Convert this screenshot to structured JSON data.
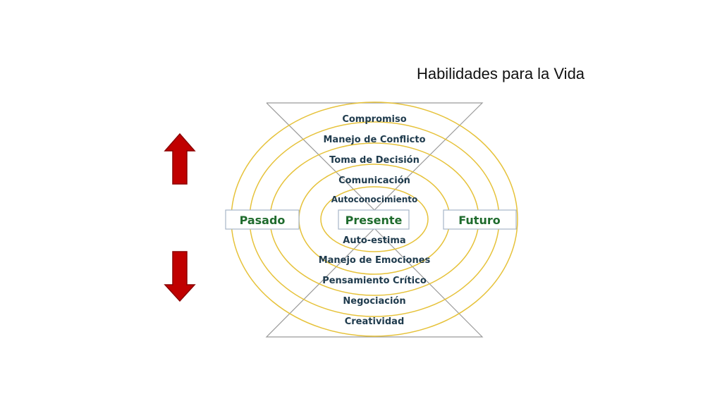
{
  "title": "Habilidades para la Vida",
  "upper_skills": [
    "Compromiso",
    "Manejo de Conflicto",
    "Toma de Decisión",
    "Comunicación",
    "Autoconocimiento"
  ],
  "lower_skills": [
    "Auto-estima",
    "Manejo de Emociones",
    "Pensamiento Crítico",
    "Negociación",
    "Creatividad"
  ],
  "time_boxes": {
    "left": "Pasado",
    "center": "Presente",
    "right": "Futuro"
  },
  "arrows": {
    "up": "up-arrow",
    "down": "down-arrow"
  },
  "colors": {
    "ring": "#e6c23a",
    "funnel": "#9a9a9a",
    "arrow_fill": "#c00000",
    "arrow_stroke": "#8a0000",
    "box_border": "#a7b6c8",
    "box_text": "#1f6b2d",
    "label_text": "#1f3b4d"
  }
}
